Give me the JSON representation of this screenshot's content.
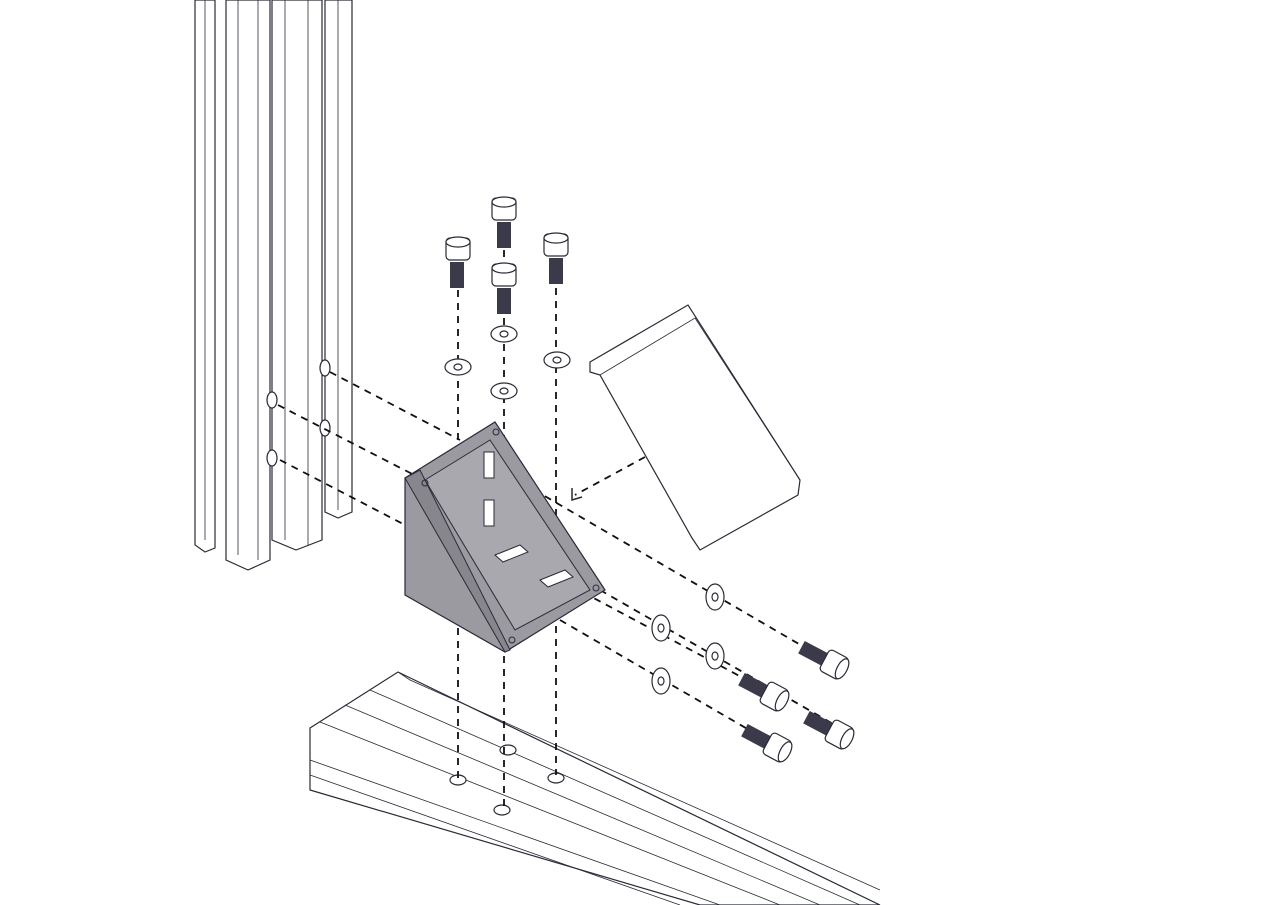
{
  "diagram": {
    "type": "exploded-assembly",
    "parts": [
      "vertical-extrusion",
      "horizontal-extrusion",
      "corner-bracket",
      "bracket-cover",
      "cap-screw",
      "washer"
    ],
    "counts": {
      "cap_screws": 8,
      "washers": 8
    },
    "colors": {
      "line": "#2a2a3a",
      "bracket_fill": "#9a9aa0",
      "background": "#ffffff",
      "screw_thread": "#3a3a4a"
    }
  }
}
